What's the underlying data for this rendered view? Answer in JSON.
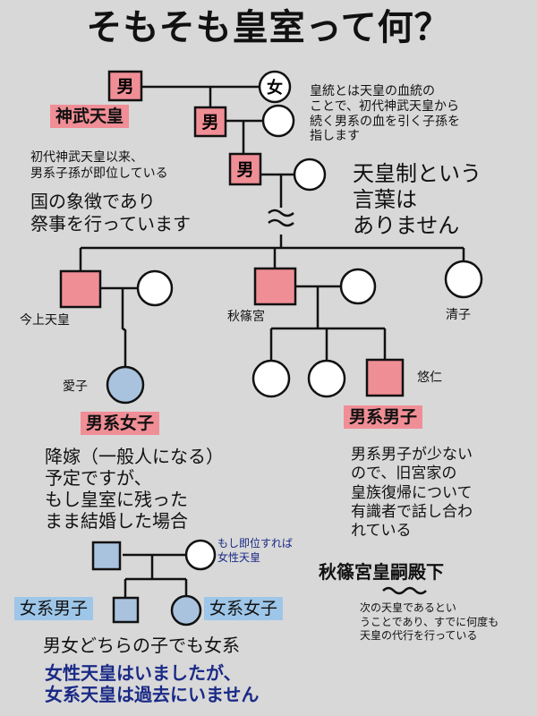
{
  "title": "そもそも皇室って何？",
  "colors": {
    "male": "#f08e96",
    "female_blue": "#a9c3de",
    "highlight_pink": "#f08e96",
    "highlight_blue": "#9ec6e8",
    "accent_navy": "#1a2a86",
    "cream": "#fbf1c4"
  },
  "symbols": {
    "male": "男",
    "female": "女",
    "wave": "≈"
  },
  "labels": {
    "jimmu": "神武天皇",
    "imperial_line_note": [
      "皇統とは天皇の血統の",
      "ことで、初代神武天皇から",
      "続く男系の血を引く子孫を",
      "指します"
    ],
    "first_emperor_note": [
      "初代神武天皇以来、",
      "男系子孫が即位している"
    ],
    "symbol_note": [
      "国の象徴であり",
      "祭事を行っています"
    ],
    "no_system_note": [
      "天皇制という",
      "言葉は",
      "ありません"
    ],
    "emperor": "今上天皇",
    "akishino": "秋篠宮",
    "sayako": "清子",
    "aiko": "愛子",
    "hisahito": "悠仁",
    "male_line_female": "男系女子",
    "male_line_male": "男系男子",
    "marriage_note": [
      "降嫁（一般人になる）",
      "予定ですが、",
      "もし皇室に残った",
      "まま結婚した場合"
    ],
    "male_shortage_note": [
      "男系男子が少ない",
      "ので、旧宮家の",
      "皇族復帰について",
      "有識者で話し合わ",
      "れている"
    ],
    "if_enthroned": [
      "もし即位すれば",
      "女性天皇"
    ],
    "crown_prince_title": "秋篠宮皇嗣殿下",
    "crown_prince_note": [
      "次の天皇であるとい",
      "うことであり、すでに何度も",
      "天皇の代行を行っている"
    ],
    "female_line_male": "女系男子",
    "female_line_female": "女系女子",
    "either_child_note": "男女どちらの子でも女系",
    "conclusion": [
      "女性天皇はいましたが、",
      "女系天皇は過去にいません"
    ]
  }
}
